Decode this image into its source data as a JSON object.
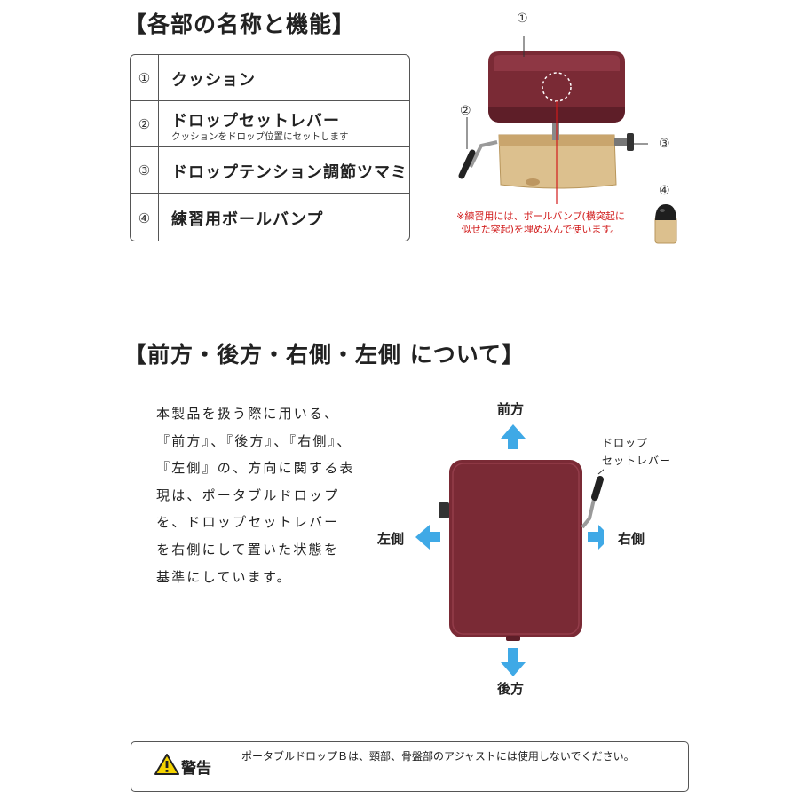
{
  "section1": {
    "title": "【各部の名称と機能】",
    "parts": [
      {
        "num": "①",
        "name": "クッション"
      },
      {
        "num": "②",
        "name": "ドロップセットレバー",
        "desc": "クッションをドロップ位置にセットします"
      },
      {
        "num": "③",
        "name": "ドロップテンション調節ツマミ"
      },
      {
        "num": "④",
        "name": "練習用ボールバンプ"
      }
    ],
    "callouts": [
      "①",
      "②",
      "③",
      "④"
    ],
    "note": [
      "※練習用には、ボールバンプ(横突起に",
      "似せた突起)を埋め込んで使います。"
    ]
  },
  "section2": {
    "title": "【前方・後方・右側・左側 について】",
    "body_lines": [
      "本製品を扱う際に用いる、",
      "『前方』、『後方』、『右側』、",
      "『左側』の、方向に関する表",
      "現は、ポータブルドロップ",
      "を、ドロップセットレバー",
      "を右側にして置いた状態を",
      "基準にしています。"
    ],
    "directions": {
      "front": "前方",
      "back": "後方",
      "left": "左側",
      "right": "右側"
    },
    "lever_label": [
      "ドロップ",
      "セットレバー"
    ]
  },
  "warning": {
    "label": "警告",
    "text": "ポータブルドロップＢは、頸部、骨盤部のアジャストには使用しないでください。"
  },
  "colors": {
    "cushion": "#7a2a35",
    "arrow": "#3fa9e6",
    "note_red": "#d11b1b",
    "warning_yellow": "#f5d400",
    "wood": "#dcc08e"
  }
}
